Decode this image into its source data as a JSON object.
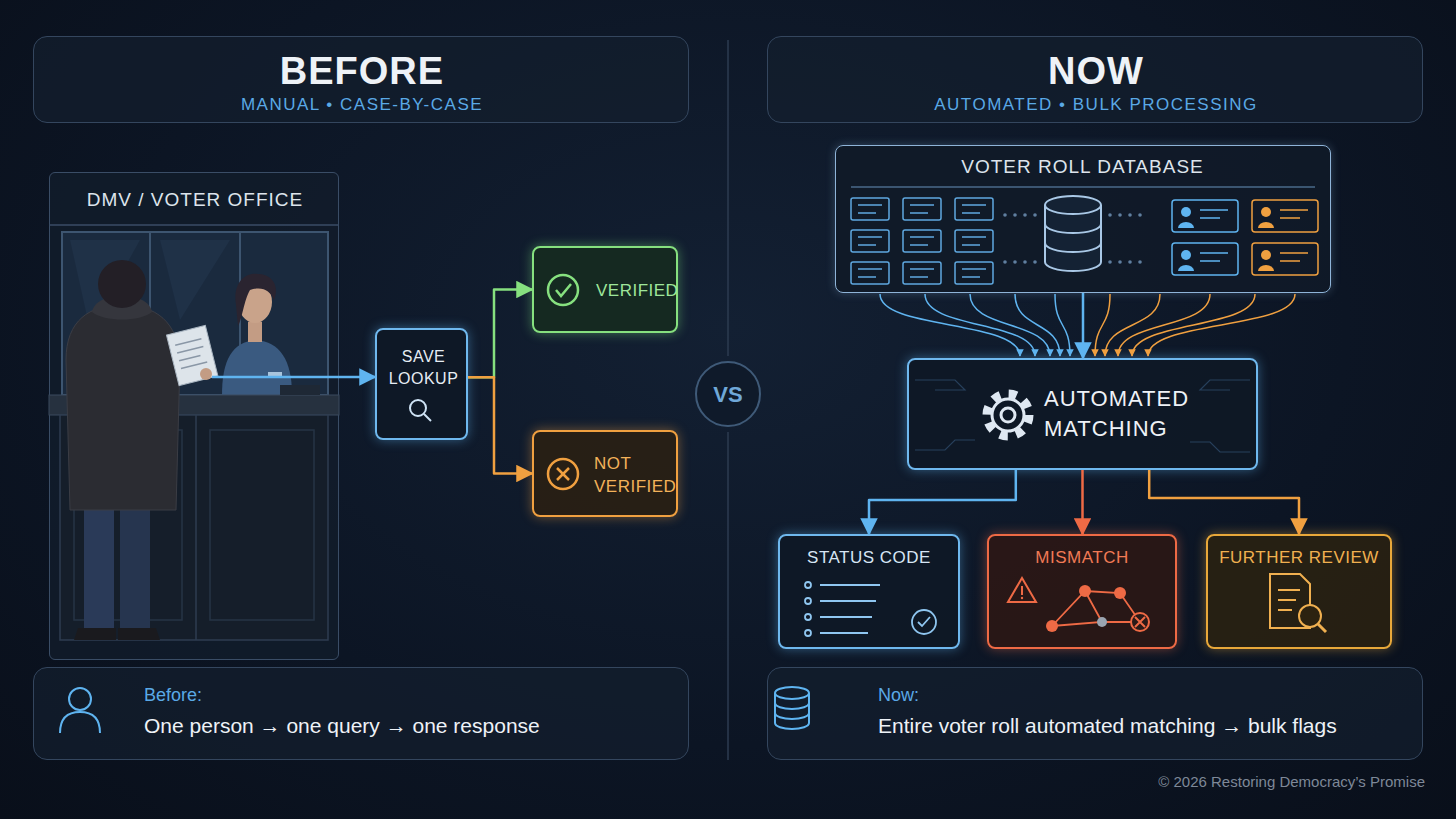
{
  "diagram": {
    "nodes": [
      {
        "text": [
          "BEFORE",
          "MANUAL • CASE-BY-CASE"
        ]
      },
      {
        "text": [
          "NOW",
          "AUTOMATED • BULK PROCESSING"
        ]
      },
      {
        "text": [
          "DMV / VOTER OFFICE"
        ]
      },
      {
        "text": [
          "SAVE LOOKUP"
        ]
      },
      {
        "text": [
          "VERIFIED"
        ]
      },
      {
        "text": [
          "NOT VERIFIED"
        ]
      },
      {
        "text": [
          "VS"
        ]
      },
      {
        "text": [
          "VOTER ROLL DATABASE"
        ]
      },
      {
        "text": [
          "AUTOMATED MATCHING"
        ]
      },
      {
        "text": [
          "STATUS CODE"
        ]
      },
      {
        "text": [
          "MISMATCH"
        ]
      },
      {
        "text": [
          "FURTHER REVIEW"
        ]
      },
      {
        "text": [
          "Before:",
          "One person → one query → one response"
        ]
      },
      {
        "text": [
          "Now:",
          "Entire voter roll automated matching → bulk flags"
        ]
      }
    ],
    "edges": [
      {
        "from": 2,
        "to": 3,
        "arrow": "to"
      },
      {
        "from": 3,
        "to": 4,
        "arrow": "to"
      },
      {
        "from": 3,
        "to": 5,
        "arrow": "to"
      },
      {
        "from": 7,
        "to": 8,
        "arrow": "to"
      },
      {
        "from": 8,
        "to": 9,
        "arrow": "to"
      },
      {
        "from": 8,
        "to": 10,
        "arrow": "to"
      },
      {
        "from": 8,
        "to": 11,
        "arrow": "to"
      }
    ],
    "labels": [
      "© 2026 Restoring Democracy’s Promise"
    ]
  }
}
